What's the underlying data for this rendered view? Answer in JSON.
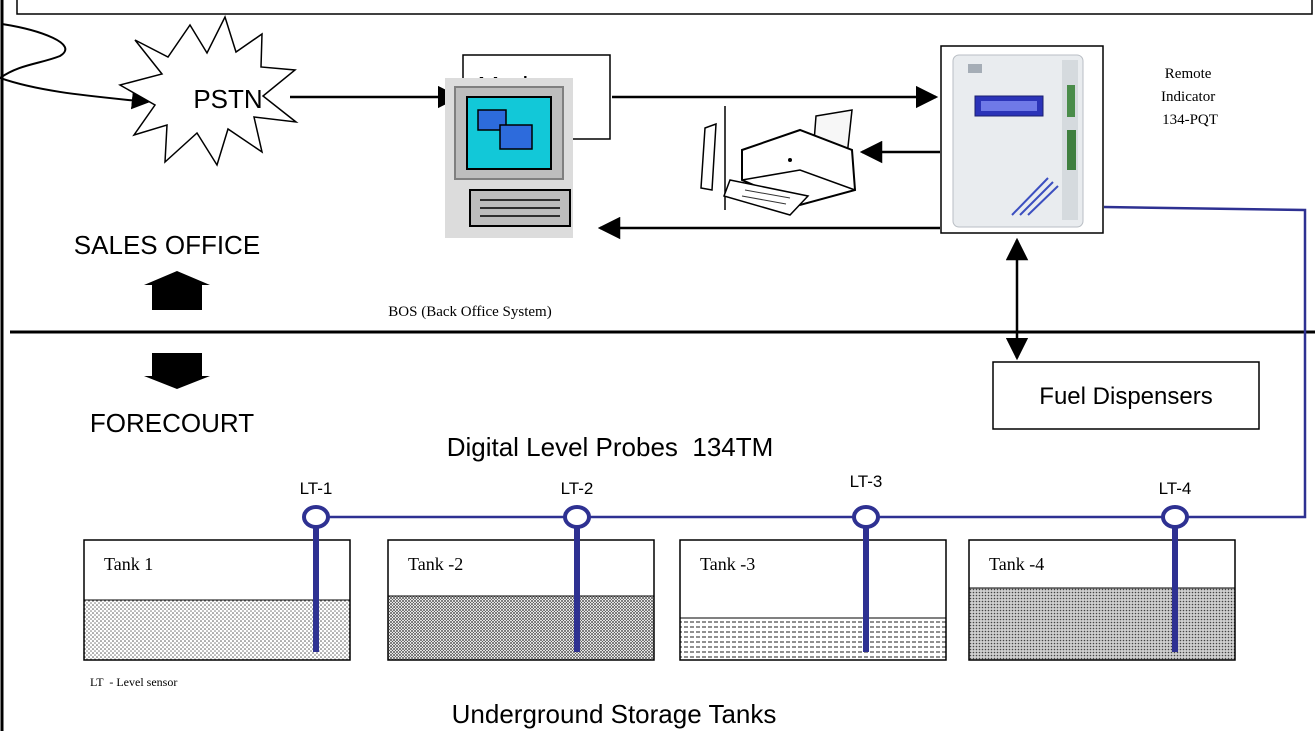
{
  "nodes": {
    "pstn": "PSTN",
    "modem": "Modem",
    "remote_indicator": [
      "Remote",
      "Indicator",
      "134-PQT"
    ],
    "bos": "BOS (Back Office System)",
    "fuel_dispensers": "Fuel Dispensers"
  },
  "zones": {
    "sales_office": "SALES OFFICE",
    "forecourt": "FORECOURT"
  },
  "probes": {
    "title": "Digital Level Probes  134TM",
    "labels": [
      "LT-1",
      "LT-2",
      "LT-3",
      "LT-4"
    ]
  },
  "tanks": {
    "labels": [
      "Tank  1",
      "Tank -2",
      "Tank -3",
      "Tank -4"
    ],
    "fill_levels": [
      0.5,
      0.53,
      0.35,
      0.6
    ],
    "fill_patterns": [
      "dots",
      "dense",
      "lines",
      "grid"
    ]
  },
  "legend": "LT  - Level sensor",
  "footer": "Underground Storage Tanks",
  "colors": {
    "probe_line": "#2e3192",
    "stroke": "#000000"
  }
}
